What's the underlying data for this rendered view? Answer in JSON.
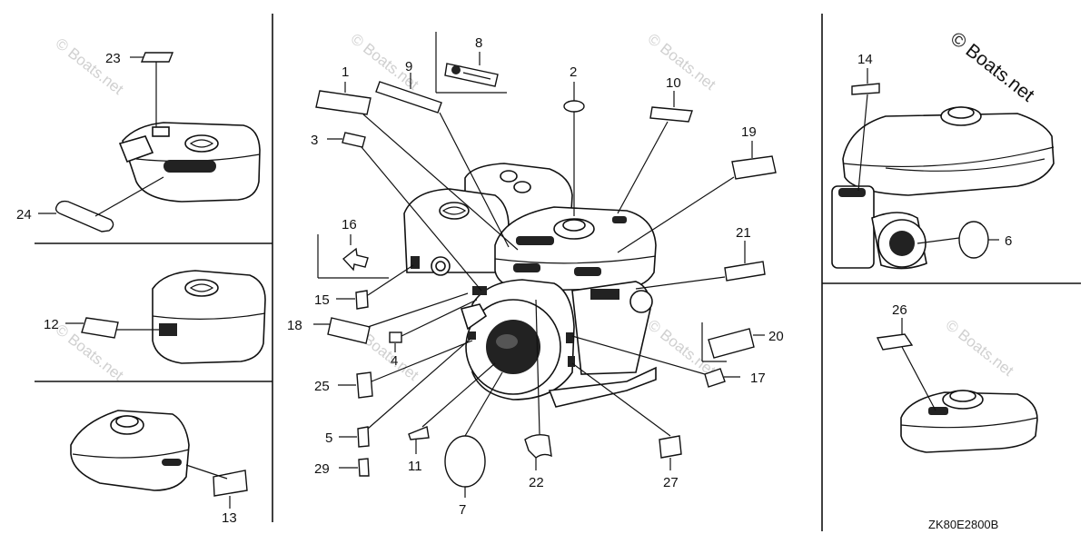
{
  "copyright": "© Boats.net",
  "watermark": "© Boats.net",
  "diagram_code": "ZK80E2800B",
  "callouts": {
    "c1": "1",
    "c2": "2",
    "c3": "3",
    "c4": "4",
    "c5": "5",
    "c6": "6",
    "c7": "7",
    "c8": "8",
    "c9": "9",
    "c10": "10",
    "c11": "11",
    "c12": "12",
    "c13": "13",
    "c14": "14",
    "c15": "15",
    "c16": "16",
    "c17": "17",
    "c18": "18",
    "c19": "19",
    "c20": "20",
    "c21": "21",
    "c22": "22",
    "c23": "23",
    "c24": "24",
    "c25": "25",
    "c26": "26",
    "c27": "27",
    "c29": "29"
  }
}
